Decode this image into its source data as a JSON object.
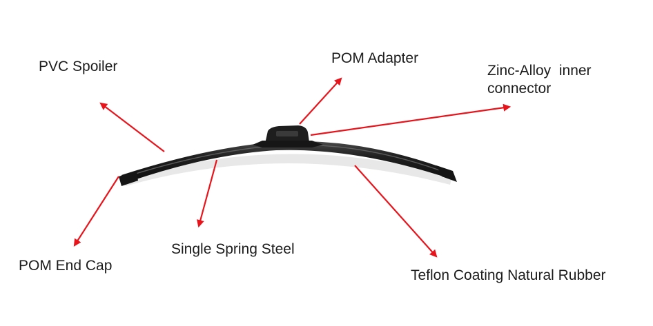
{
  "labels": {
    "pvc_spoiler": "PVC Spoiler",
    "pom_adapter": "POM Adapter",
    "zinc_alloy_line1": "Zinc-Alloy  inner",
    "zinc_alloy_line2": "connector",
    "pom_end_cap": "POM End Cap",
    "single_spring_steel": "Single Spring Steel",
    "teflon_coating": "Teflon Coating Natural Rubber"
  },
  "colors": {
    "arrow": "#e8141c",
    "blade": "#1b1b1b",
    "blade_highlight": "#5a5a5a",
    "text": "#1c1c1c"
  }
}
